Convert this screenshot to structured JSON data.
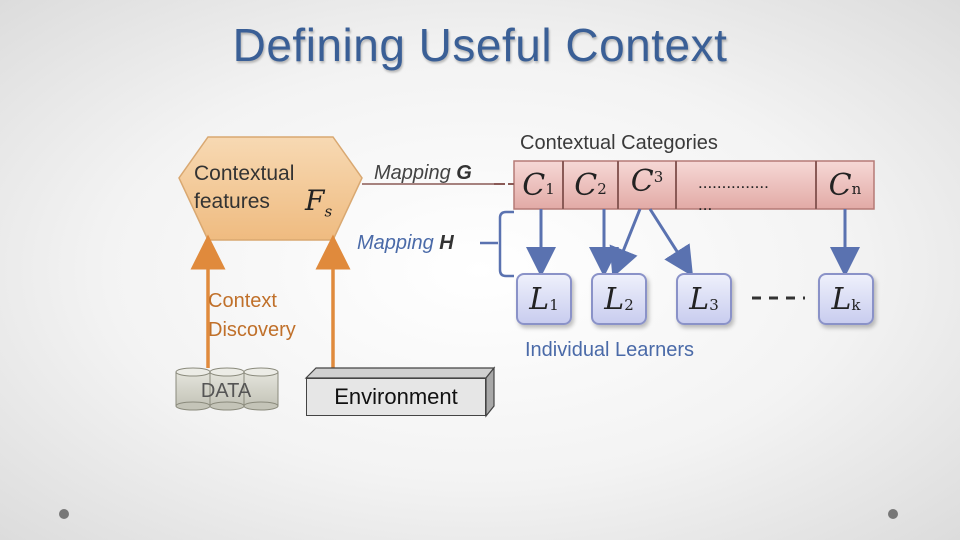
{
  "slide": {
    "title": "Defining Useful Context"
  },
  "features": {
    "line1": "Contextual",
    "line2": "features",
    "symbol": "F",
    "symbol_sub": "s"
  },
  "mapping_g": {
    "prefix": "Mapping ",
    "letter": "G"
  },
  "mapping_h": {
    "prefix": "Mapping ",
    "letter": "H"
  },
  "categories": {
    "heading": "Contextual Categories",
    "cells": [
      {
        "base": "C",
        "sub": "1"
      },
      {
        "base": "C",
        "sub": "2"
      },
      {
        "base": "C",
        "sub": "3"
      }
    ],
    "ellipsis_line1": "...............",
    "ellipsis_line2": "...",
    "last": {
      "base": "C",
      "sub": "n"
    }
  },
  "learners": {
    "heading": "Individual Learners",
    "items": [
      {
        "base": "L",
        "sub": "1"
      },
      {
        "base": "L",
        "sub": "2"
      },
      {
        "base": "L",
        "sub": "3"
      },
      {
        "base": "L",
        "sub": "k"
      }
    ]
  },
  "discovery": {
    "line1": "Context",
    "line2": "Discovery"
  },
  "data_label": "DATA",
  "environment_label": "Environment",
  "colors": {
    "title": "#3a5f96",
    "hexagon": "#f2c795",
    "orange_arrow": "#e08a3c",
    "blue_arrow": "#5a72b0",
    "category_bar": "#e8b8b5",
    "learner_box": "#c9cdef"
  }
}
